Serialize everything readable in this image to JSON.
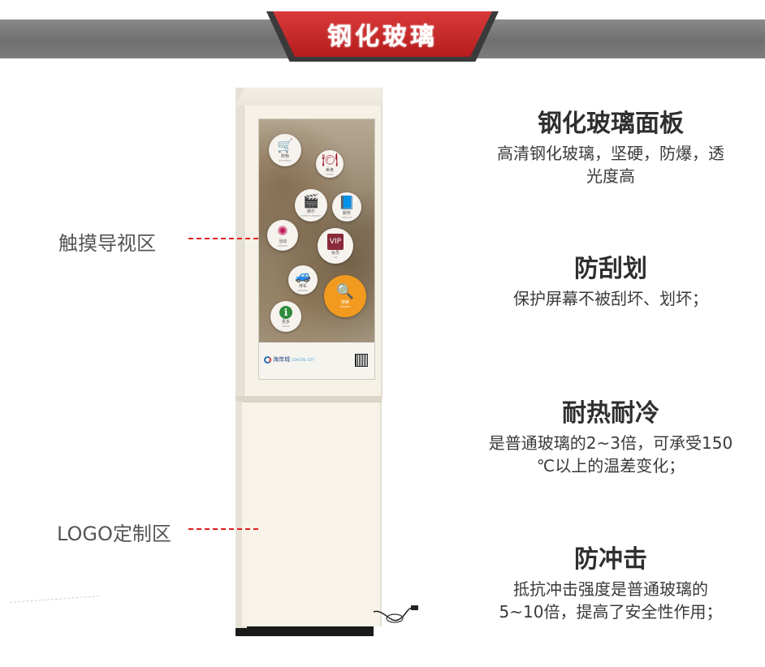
{
  "header": {
    "title": "钢化玻璃"
  },
  "zones": {
    "touch_zone_label": "触摸导视区",
    "logo_zone_label": "LOGO定制区"
  },
  "screen": {
    "apps": [
      {
        "label": "购物",
        "sub": "SHOPPING",
        "icon": "cart-icon",
        "glyph": "🛒"
      },
      {
        "label": "美食",
        "sub": "FOOD",
        "icon": "dining-icon",
        "glyph": "🍽"
      },
      {
        "label": "娱乐",
        "sub": "ENTERTAINMENT",
        "icon": "clapperboard-icon",
        "glyph": "🎬"
      },
      {
        "label": "服务",
        "sub": "SERVICE",
        "icon": "book-icon",
        "glyph": "📘"
      },
      {
        "label": "活动",
        "sub": "EVENTS",
        "icon": "sun-icon",
        "glyph": "✺"
      },
      {
        "label": "会员",
        "sub": "VIP",
        "icon": "vip-icon",
        "glyph": "VIP"
      },
      {
        "label": "停车",
        "sub": "PARKING",
        "icon": "car-icon",
        "glyph": "🚙"
      },
      {
        "label": "搜索",
        "sub": "SEARCH",
        "icon": "magnifier-icon",
        "glyph": "🔍"
      },
      {
        "label": "更多",
        "sub": "MORE",
        "icon": "info-icon",
        "glyph": "ℹ"
      }
    ],
    "brand_name": "海岸城",
    "brand_en": "COASTAL CITY"
  },
  "features": [
    {
      "title": "钢化玻璃面板",
      "desc": "高清钢化玻璃，坚硬，防爆，透\n光度高"
    },
    {
      "title": "防刮划",
      "desc": "保护屏幕不被刮坏、划坏；"
    },
    {
      "title": "耐热耐冷",
      "desc": "是普通玻璃的2~3倍，可承受150\n℃以上的温差变化；"
    },
    {
      "title": "防冲击",
      "desc": "抵抗冲击强度是普通玻璃的\n5~10倍，提高了安全性作用；"
    }
  ]
}
